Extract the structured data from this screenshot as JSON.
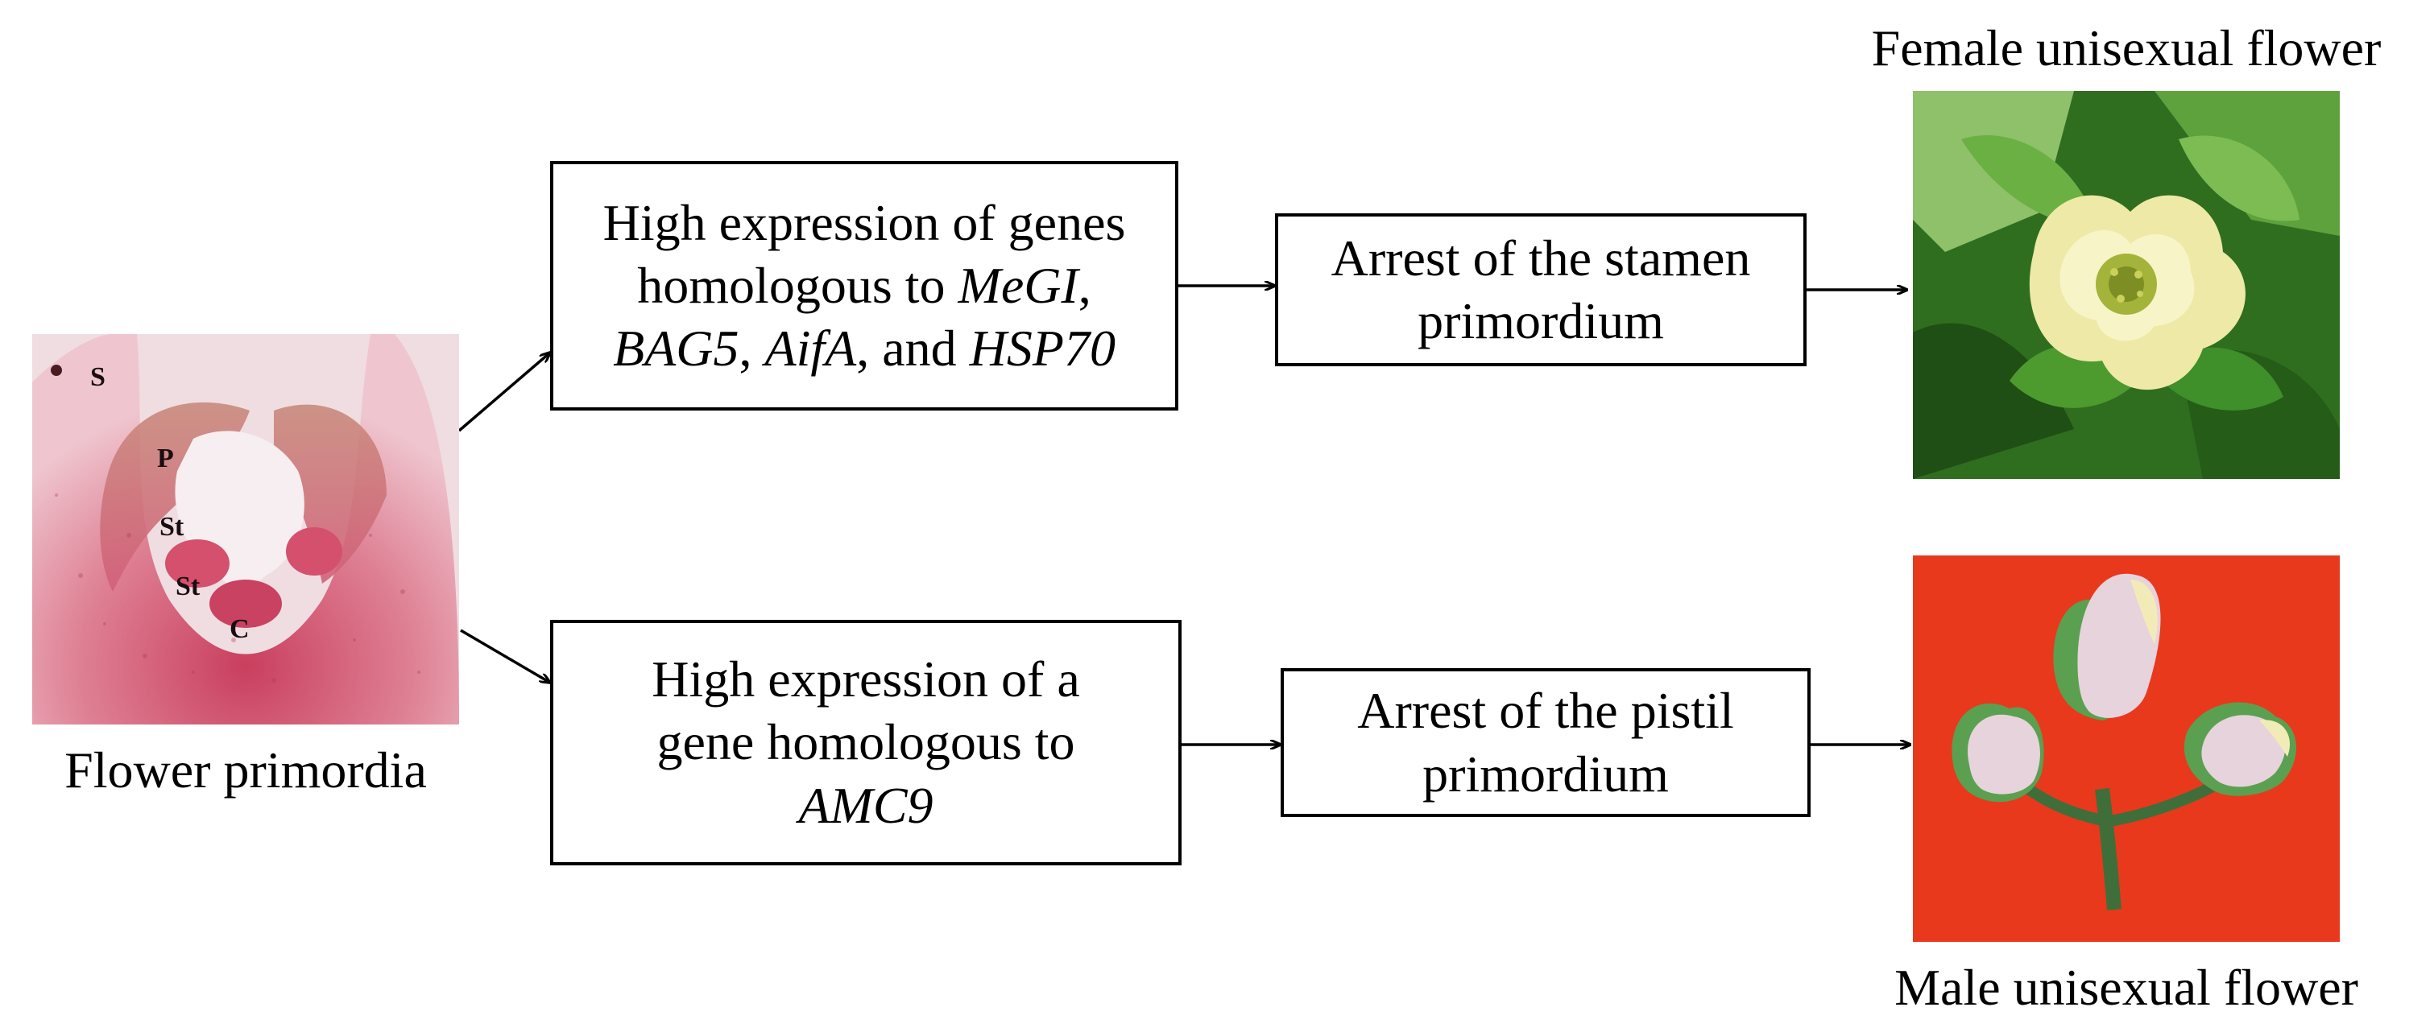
{
  "primordia": {
    "caption": "Flower primordia",
    "labels": {
      "s": "S",
      "p": "P",
      "st1": "St",
      "st2": "St",
      "c": "C"
    }
  },
  "upper_path": {
    "box1": {
      "line1": "High expression of genes",
      "line2_pre": "homologous to ",
      "line2_gene": "MeGI",
      "line2_post": ",",
      "line3_gene1": "BAG5",
      "line3_sep1": ", ",
      "line3_gene2": "AifA",
      "line3_sep2": ", and ",
      "line3_gene3": "HSP70"
    },
    "box2": {
      "line1": "Arrest of the stamen",
      "line2": "primordium"
    },
    "result_label": "Female unisexual flower"
  },
  "lower_path": {
    "box1": {
      "line1": "High expression of a",
      "line2": "gene homologous to",
      "line3_gene": "AMC9"
    },
    "box2": {
      "line1": "Arrest of the pistil",
      "line2": "primordium"
    },
    "result_label": "Male unisexual flower"
  },
  "colors": {
    "stain_background": "#f2dfe2",
    "stain_tissue": "#d96a82",
    "stain_dark": "#a83a52",
    "female_leaf": "#3f8f2a",
    "female_flower": "#efeaa8",
    "male_background": "#e8391d",
    "male_flower": "#e7d3dc",
    "male_sepal": "#5aa050"
  }
}
